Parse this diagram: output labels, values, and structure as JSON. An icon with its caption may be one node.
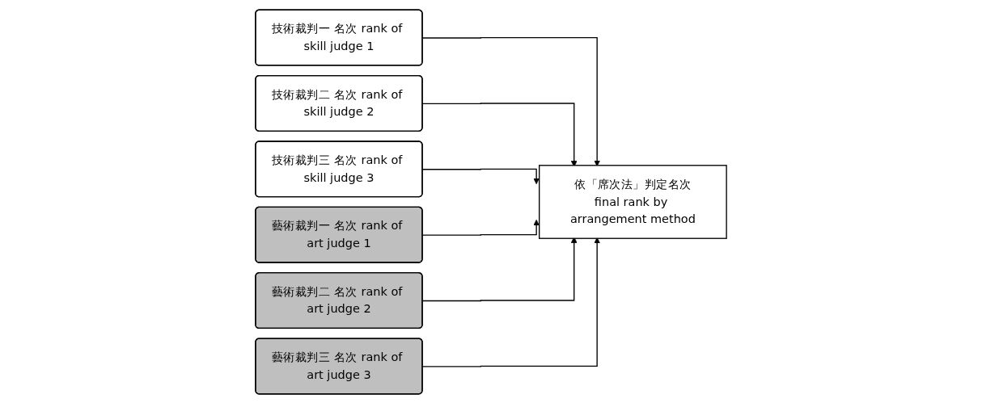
{
  "diagram": {
    "nodes": [
      {
        "text": [
          "技術裁判一 名次 rank of skill judge 1"
        ]
      },
      {
        "text": [
          "技術裁判二 名次 rank of skill judge 2"
        ]
      },
      {
        "text": [
          "技術裁判三 名次 rank of skill judge 3"
        ]
      },
      {
        "text": [
          "藝術裁判一 名次 rank of art judge 1"
        ]
      },
      {
        "text": [
          "藝術裁判二 名次 rank of art judge 2"
        ]
      },
      {
        "text": [
          "藝術裁判三 名次 rank of art judge 3"
        ]
      },
      {
        "text": [
          "依「席次法」判定名次",
          "final rank by arrangement method"
        ]
      }
    ],
    "edges": [
      {
        "from": 0,
        "to": 6,
        "arrow": "to"
      },
      {
        "from": 1,
        "to": 6,
        "arrow": "to"
      },
      {
        "from": 2,
        "to": 6,
        "arrow": "to"
      },
      {
        "from": 3,
        "to": 6,
        "arrow": "to"
      },
      {
        "from": 4,
        "to": 6,
        "arrow": "to"
      },
      {
        "from": 5,
        "to": 6,
        "arrow": "to"
      }
    ]
  }
}
